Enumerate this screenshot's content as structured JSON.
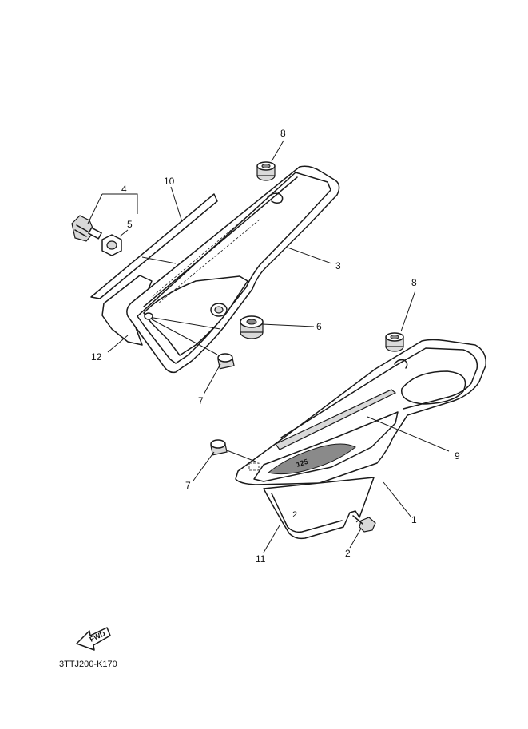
{
  "diagram": {
    "callouts": [
      {
        "id": "c1",
        "label": "1"
      },
      {
        "id": "c2",
        "label": "2"
      },
      {
        "id": "c3",
        "label": "3"
      },
      {
        "id": "c4",
        "label": "4"
      },
      {
        "id": "c5",
        "label": "5"
      },
      {
        "id": "c6",
        "label": "6"
      },
      {
        "id": "c7a",
        "label": "7"
      },
      {
        "id": "c7b",
        "label": "7"
      },
      {
        "id": "c8a",
        "label": "8"
      },
      {
        "id": "c8b",
        "label": "8"
      },
      {
        "id": "c9",
        "label": "9"
      },
      {
        "id": "c10",
        "label": "10"
      },
      {
        "id": "c11",
        "label": "11"
      },
      {
        "id": "c12",
        "label": "12"
      }
    ],
    "fwd_label": "FWD",
    "emblem_text": "125",
    "diagram_code": "3TTJ200-K170"
  }
}
